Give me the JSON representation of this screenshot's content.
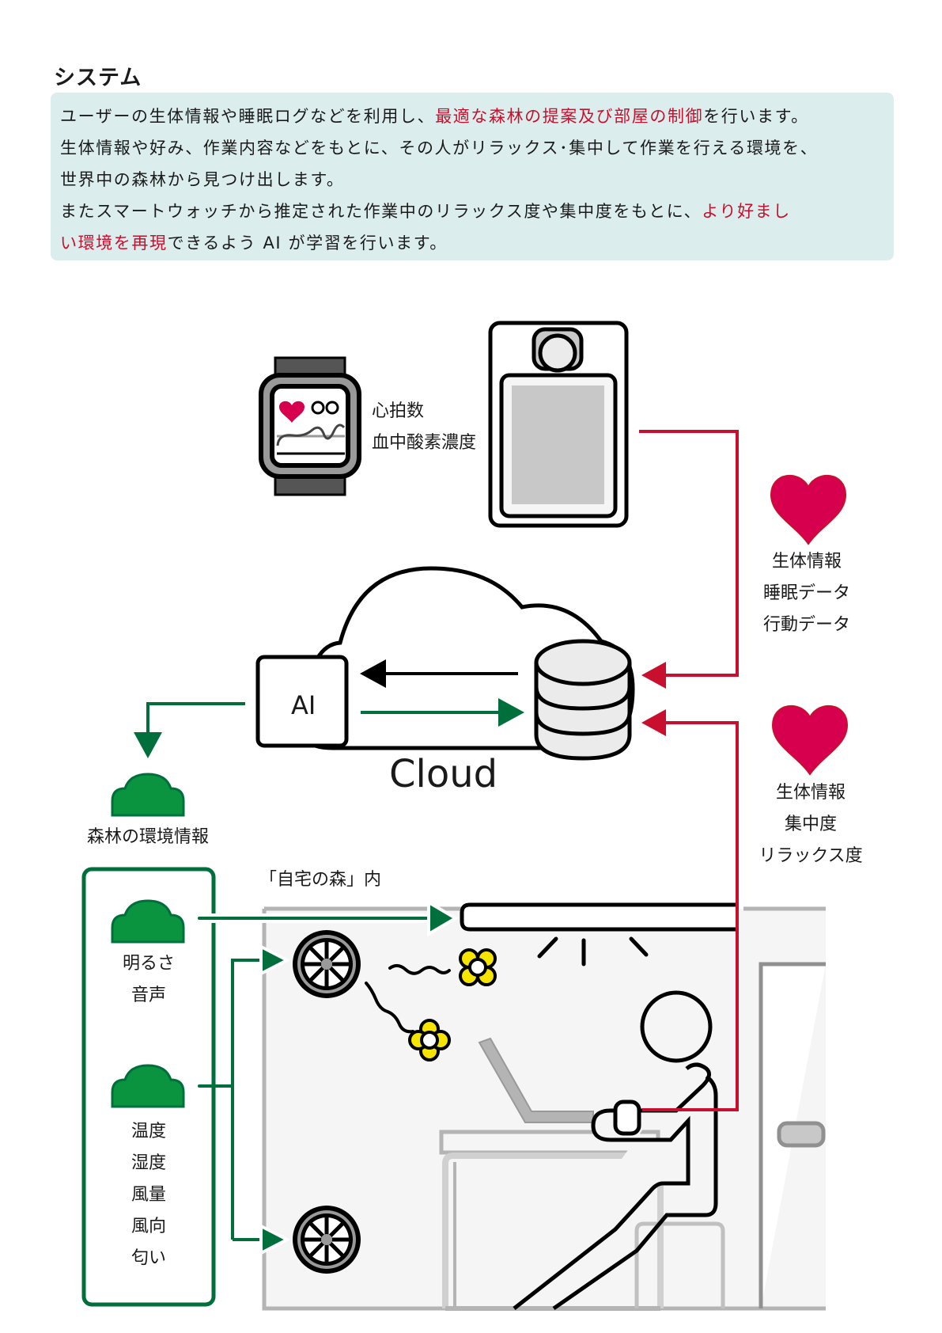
{
  "page": {
    "title": "システム",
    "intro": {
      "lines": [
        [
          {
            "text": "ユーザーの生体情報や睡眠ログなどを利用し、",
            "highlight": false
          },
          {
            "text": "最適な森林の提案及び部屋の制御",
            "highlight": true
          },
          {
            "text": "を行います。",
            "highlight": false
          }
        ],
        [
          {
            "text": "生体情報や好み、作業内容などをもとに、その人がリラックス･集中して作業を行える環境を、",
            "highlight": false
          }
        ],
        [
          {
            "text": "世界中の森林から見つけ出します。",
            "highlight": false
          }
        ],
        [
          {
            "text": "またスマートウォッチから推定された作業中のリラックス度や集中度をもとに、",
            "highlight": false
          },
          {
            "text": "より好まし",
            "highlight": true
          }
        ],
        [
          {
            "text": "い環境を再現",
            "highlight": true
          },
          {
            "text": "できるよう AI が学習を行います。",
            "highlight": false
          }
        ]
      ]
    }
  },
  "colors": {
    "accent_red": "#c8102e",
    "heart_pink": "#d6004f",
    "forest_green": "#006f3c",
    "tree_green": "#0a9440",
    "flower_yellow": "#f5e400",
    "intro_bg": "#dbeeed",
    "room_bg": "#f5f5f5"
  },
  "diagram": {
    "smartwatch": {
      "icon": "smartwatch-icon",
      "labels": [
        "心拍数",
        "血中酸素濃度"
      ]
    },
    "smartphone": {
      "icon": "smartphone-icon"
    },
    "cloud": {
      "label": "Cloud",
      "ai_label": "AI",
      "database_icon": "database-icon"
    },
    "upper_heart": {
      "icon": "heart-icon",
      "labels": [
        "生体情報",
        "睡眠データ",
        "行動データ"
      ]
    },
    "lower_heart": {
      "icon": "heart-icon",
      "labels": [
        "生体情報",
        "集中度",
        "リラックス度"
      ]
    },
    "forest_info": {
      "icon": "tree-icon",
      "label": "森林の環境情報"
    },
    "forest_panel": {
      "groups": [
        {
          "icon": "tree-icon",
          "labels": [
            "明るさ",
            "音声"
          ]
        },
        {
          "icon": "tree-icon",
          "labels": [
            "温度",
            "湿度",
            "風量",
            "風向",
            "匂い"
          ]
        }
      ]
    },
    "room": {
      "label": "「自宅の森」内",
      "fan_icon": "fan-icon",
      "flower_icon": "flower-icon",
      "light_icon": "ceiling-light-icon",
      "person_icon": "person-at-desk-icon"
    }
  }
}
